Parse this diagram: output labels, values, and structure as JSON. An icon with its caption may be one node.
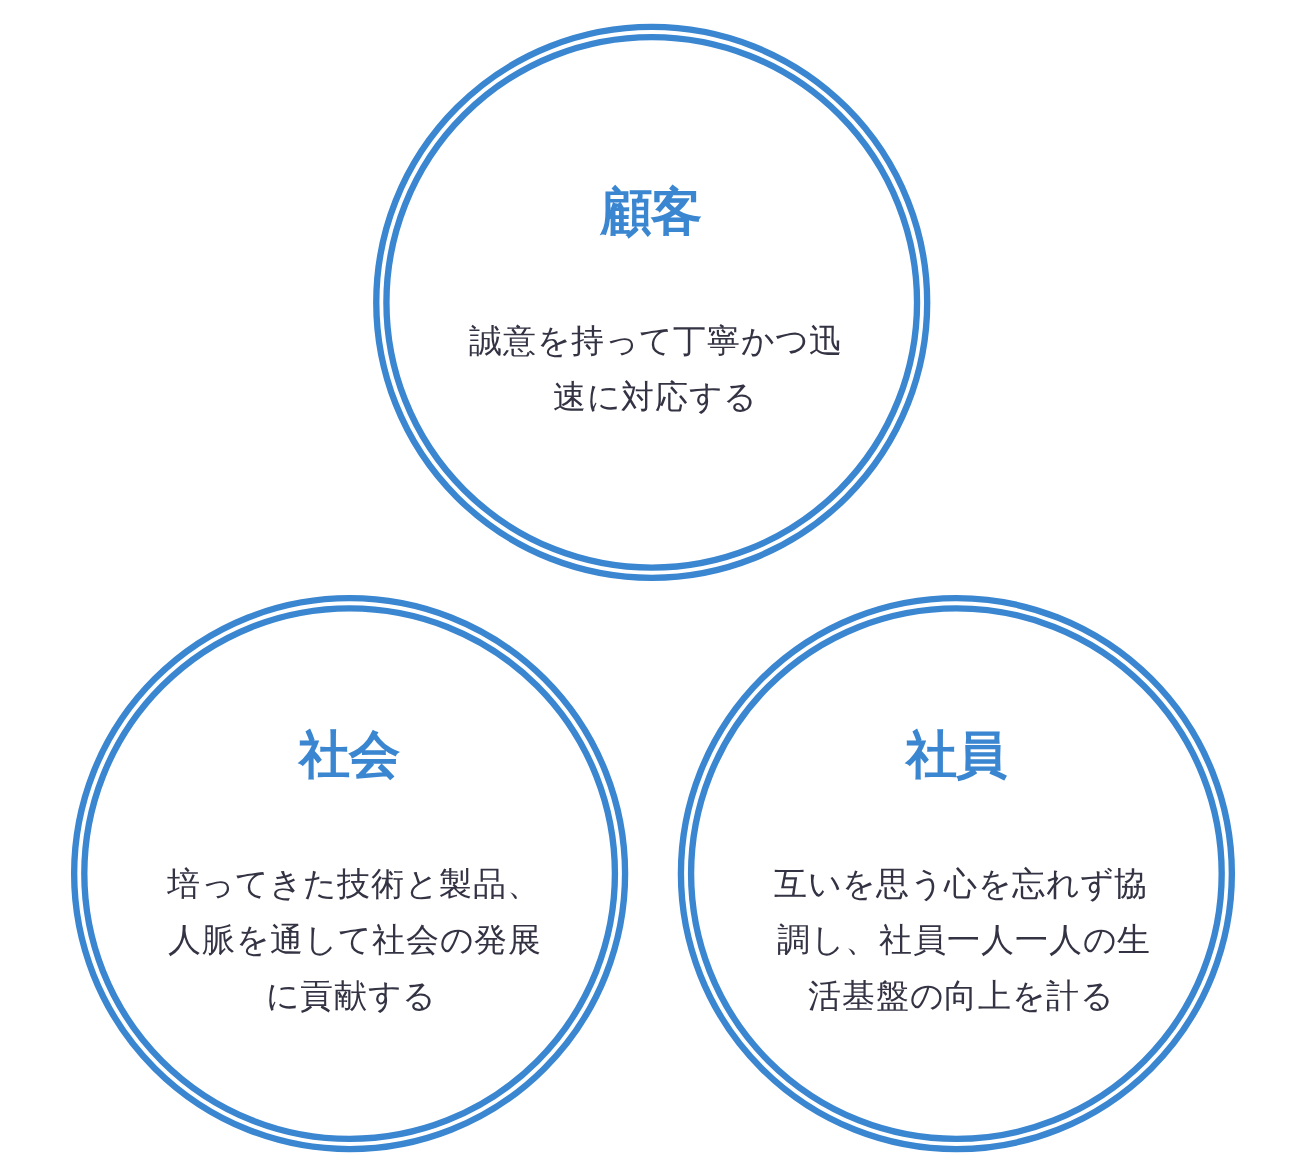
{
  "diagram": {
    "nodes": [
      {
        "text": [
          "顧客",
          "誠意を持って丁寧かつ迅速に対応する"
        ]
      },
      {
        "text": [
          "社会",
          "培ってきた技術と製品、人脈を通して社会の発展に貢献する"
        ]
      },
      {
        "text": [
          "社員",
          "互いを思う心を忘れず協調し、社員一人一人の生活基盤の向上を計る"
        ]
      }
    ],
    "edges": []
  }
}
